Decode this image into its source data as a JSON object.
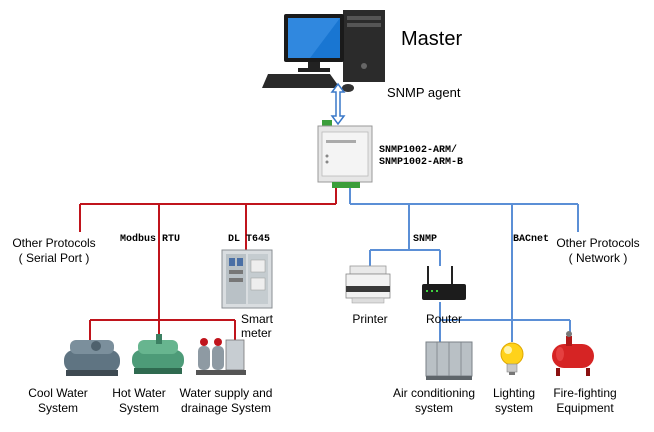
{
  "master": {
    "title": "Master",
    "agent": "SNMP agent"
  },
  "gateway": {
    "model_line1": "SNMP1002-ARM/",
    "model_line2": "SNMP1002-ARM-B"
  },
  "left_protocols": {
    "line1": "Other Protocols",
    "line2": "( Serial Port )"
  },
  "right_protocols": {
    "line1": "Other Protocols",
    "line2": "( Network )"
  },
  "bus_labels": {
    "modbus": "Modbus RTU",
    "dl": "DL T645",
    "snmp": "SNMP",
    "bacnet": "BACnet"
  },
  "devices": {
    "smart_meter": {
      "line1": "Smart",
      "line2": "meter"
    },
    "printer": "Printer",
    "router": "Router",
    "cool_water": {
      "line1": "Cool Water",
      "line2": "System"
    },
    "hot_water": {
      "line1": "Hot Water",
      "line2": "System"
    },
    "water_supply": {
      "line1": "Water supply and",
      "line2": "drainage System"
    },
    "air_conditioning": {
      "line1": "Air conditioning",
      "line2": "system"
    },
    "lighting": {
      "line1": "Lighting",
      "line2": "system"
    },
    "fire_fighting": {
      "line1": "Fire-fighting",
      "line2": "Equipment"
    }
  },
  "colors": {
    "serial_line": "#c0141c",
    "network_line": "#5b8fd6",
    "arrow": "#3a78c8"
  }
}
